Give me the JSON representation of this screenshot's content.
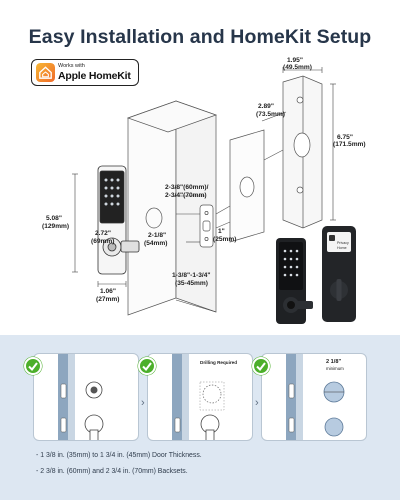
{
  "title": "Easy Installation and HomeKit Setup",
  "homekit_badge": {
    "small": "Works with",
    "big": "Apple HomeKit"
  },
  "dimensions": {
    "plate_width": "1.95\"",
    "plate_width_mm": "(49.5mm)",
    "plate_height": "6.75\"",
    "plate_height_mm": "(171.5mm)",
    "plate_depth": "2.89\"",
    "plate_depth_mm": "(73.5mm)",
    "keypad_height": "5.08\"",
    "keypad_height_mm": "(129mm)",
    "keypad_width": "2.72\"",
    "keypad_width_mm": "(69mm)",
    "keypad_depth": "1.06\"",
    "keypad_depth_mm": "(27mm)",
    "backset_1": "2-3/8\"(60mm)/",
    "backset_2": "2-3/4\"(70mm)",
    "bore_hole": "2-1/8\"",
    "bore_hole_mm": "(54mm)",
    "latch_hole": "1\"",
    "latch_hole_mm": "(25mm)",
    "door_thickness": "1-3/8\"-1-3/4\"",
    "door_thickness_mm": "(35-45mm)"
  },
  "interior_label": {
    "line1": "Privacy",
    "line2": "Home"
  },
  "steps": {
    "drilling_required": "Drilling Required",
    "bore_label": "2 1/8\"",
    "bore_label_sub": "minimum"
  },
  "specs": [
    "- 1 3/8 in. (35mm) to 1 3/4 in. (45mm) Door Thickness.",
    "- 2 3/8 in. (60mm) and 2 3/4 in. (70mm) Backsets."
  ],
  "colors": {
    "check_green": "#4caf2a",
    "panel_bg": "#dde7f2",
    "title": "#27364a"
  }
}
